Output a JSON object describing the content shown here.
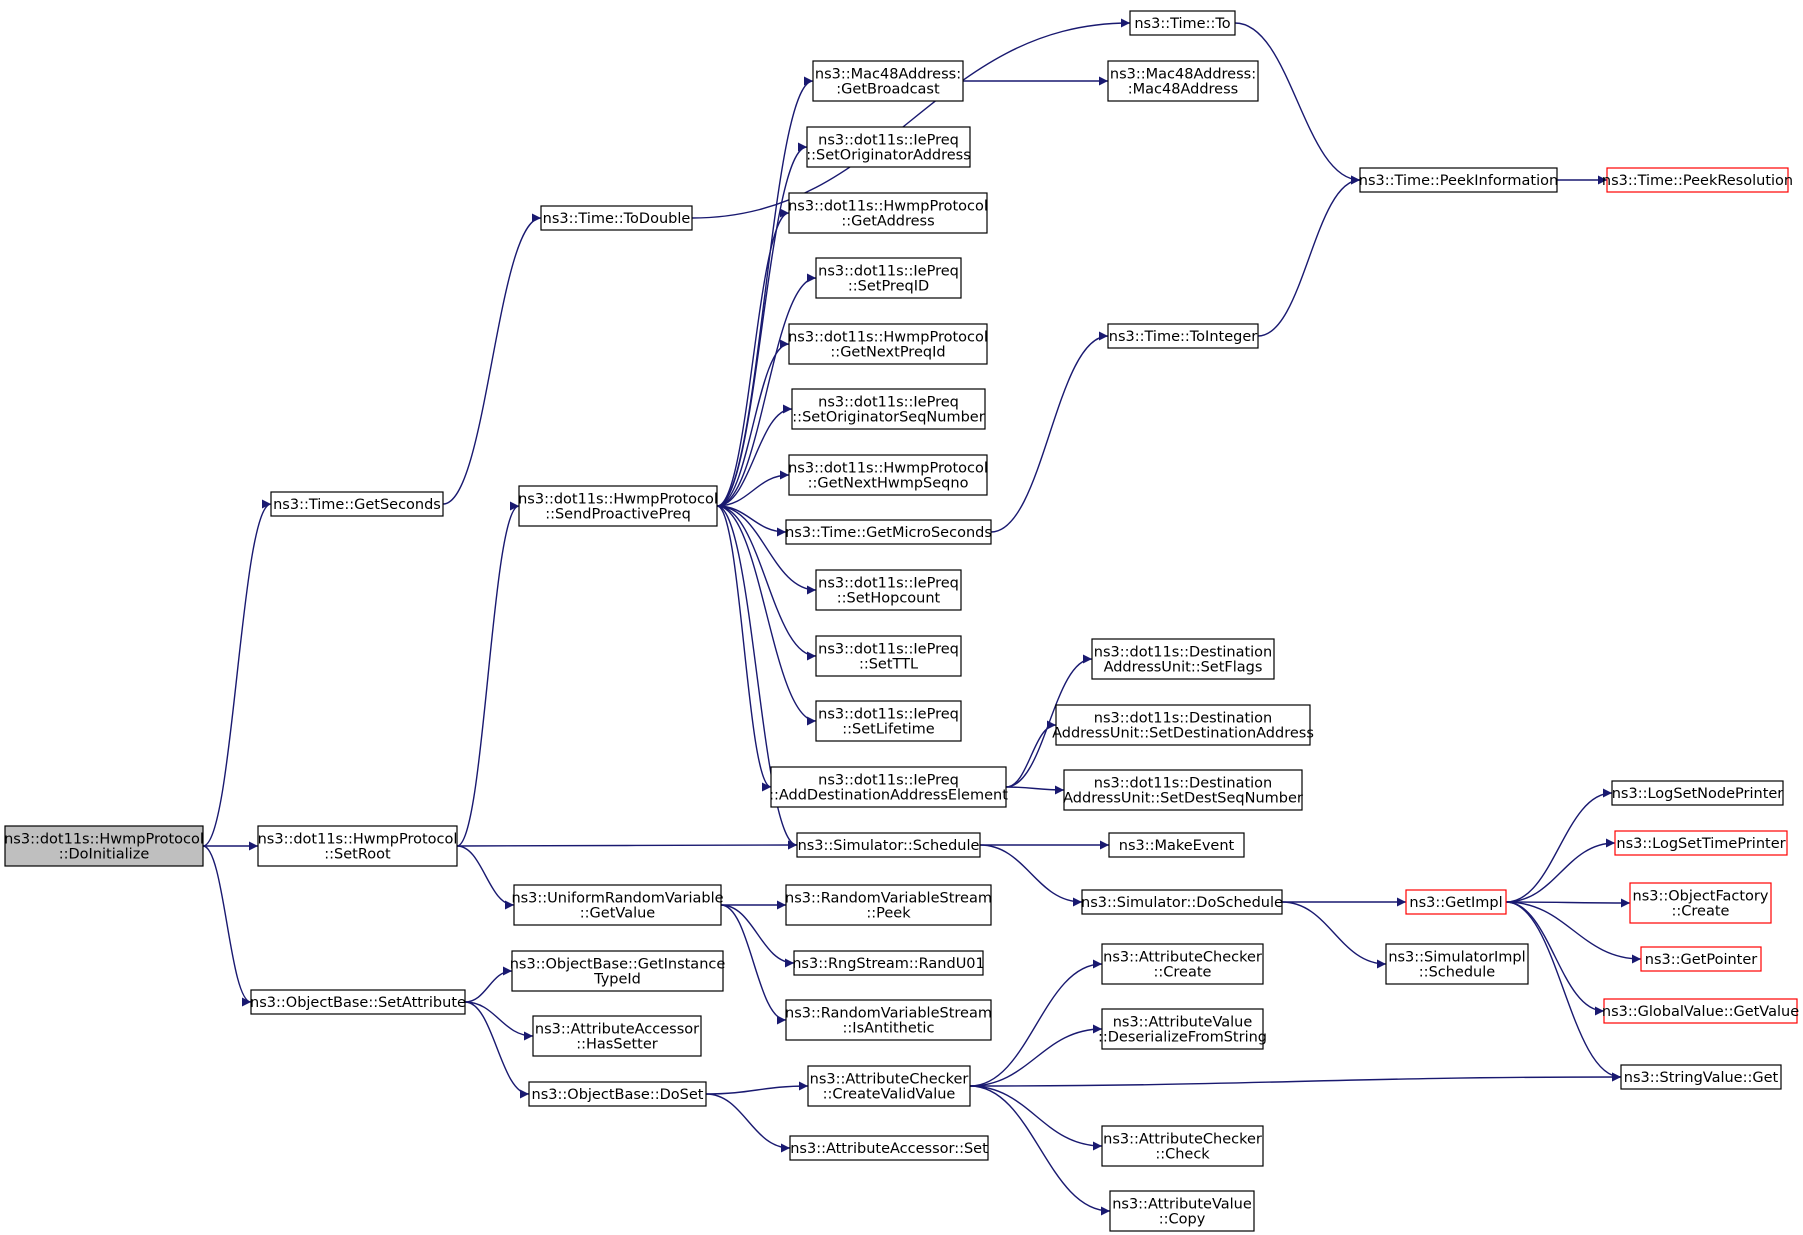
{
  "colors": {
    "edge": "#191970",
    "box_border": "#000000",
    "box_border_truncated": "#ff0000",
    "root_fill": "#bfbfbf",
    "box_fill": "#ffffff"
  },
  "nodes": [
    {
      "id": "n0",
      "lines": [
        "ns3::dot11s::HwmpProtocol",
        "::DoInitialize"
      ],
      "kind": "root"
    },
    {
      "id": "n1",
      "lines": [
        "ns3::Time::GetSeconds"
      ],
      "kind": "normal"
    },
    {
      "id": "n2",
      "lines": [
        "ns3::dot11s::HwmpProtocol",
        "::SetRoot"
      ],
      "kind": "normal"
    },
    {
      "id": "n3",
      "lines": [
        "ns3::ObjectBase::SetAttribute"
      ],
      "kind": "normal"
    },
    {
      "id": "n4",
      "lines": [
        "ns3::Time::ToDouble"
      ],
      "kind": "normal"
    },
    {
      "id": "n5",
      "lines": [
        "ns3::dot11s::HwmpProtocol",
        "::SendProactivePreq"
      ],
      "kind": "normal"
    },
    {
      "id": "n6",
      "lines": [
        "ns3::UniformRandomVariable",
        "::GetValue"
      ],
      "kind": "normal"
    },
    {
      "id": "n7",
      "lines": [
        "ns3::ObjectBase::GetInstance",
        "TypeId"
      ],
      "kind": "normal"
    },
    {
      "id": "n8",
      "lines": [
        "ns3::AttributeAccessor",
        "::HasSetter"
      ],
      "kind": "normal"
    },
    {
      "id": "n9",
      "lines": [
        "ns3::ObjectBase::DoSet"
      ],
      "kind": "normal"
    },
    {
      "id": "n10",
      "lines": [
        "ns3::Mac48Address:",
        ":GetBroadcast"
      ],
      "kind": "normal"
    },
    {
      "id": "n11",
      "lines": [
        "ns3::dot11s::IePreq",
        "::SetOriginatorAddress"
      ],
      "kind": "normal"
    },
    {
      "id": "n12",
      "lines": [
        "ns3::dot11s::HwmpProtocol",
        "::GetAddress"
      ],
      "kind": "normal"
    },
    {
      "id": "n13",
      "lines": [
        "ns3::dot11s::IePreq",
        "::SetPreqID"
      ],
      "kind": "normal"
    },
    {
      "id": "n14",
      "lines": [
        "ns3::dot11s::HwmpProtocol",
        "::GetNextPreqId"
      ],
      "kind": "normal"
    },
    {
      "id": "n15",
      "lines": [
        "ns3::dot11s::IePreq",
        "::SetOriginatorSeqNumber"
      ],
      "kind": "normal"
    },
    {
      "id": "n16",
      "lines": [
        "ns3::dot11s::HwmpProtocol",
        "::GetNextHwmpSeqno"
      ],
      "kind": "normal"
    },
    {
      "id": "n17",
      "lines": [
        "ns3::Time::GetMicroSeconds"
      ],
      "kind": "normal"
    },
    {
      "id": "n18",
      "lines": [
        "ns3::dot11s::IePreq",
        "::SetHopcount"
      ],
      "kind": "normal"
    },
    {
      "id": "n19",
      "lines": [
        "ns3::dot11s::IePreq",
        "::SetTTL"
      ],
      "kind": "normal"
    },
    {
      "id": "n20",
      "lines": [
        "ns3::dot11s::IePreq",
        "::SetLifetime"
      ],
      "kind": "normal"
    },
    {
      "id": "n21",
      "lines": [
        "ns3::dot11s::IePreq",
        "::AddDestinationAddressElement"
      ],
      "kind": "normal"
    },
    {
      "id": "n22",
      "lines": [
        "ns3::Simulator::Schedule"
      ],
      "kind": "normal"
    },
    {
      "id": "n23",
      "lines": [
        "ns3::RandomVariableStream",
        "::Peek"
      ],
      "kind": "normal"
    },
    {
      "id": "n24",
      "lines": [
        "ns3::RngStream::RandU01"
      ],
      "kind": "normal"
    },
    {
      "id": "n25",
      "lines": [
        "ns3::RandomVariableStream",
        "::IsAntithetic"
      ],
      "kind": "normal"
    },
    {
      "id": "n26",
      "lines": [
        "ns3::AttributeChecker",
        "::CreateValidValue"
      ],
      "kind": "normal"
    },
    {
      "id": "n27",
      "lines": [
        "ns3::AttributeAccessor::Set"
      ],
      "kind": "normal"
    },
    {
      "id": "n28",
      "lines": [
        "ns3::Time::To"
      ],
      "kind": "normal"
    },
    {
      "id": "n29",
      "lines": [
        "ns3::Mac48Address:",
        ":Mac48Address"
      ],
      "kind": "normal"
    },
    {
      "id": "n30",
      "lines": [
        "ns3::Time::ToInteger"
      ],
      "kind": "normal"
    },
    {
      "id": "n31",
      "lines": [
        "ns3::dot11s::Destination",
        "AddressUnit::SetFlags"
      ],
      "kind": "normal"
    },
    {
      "id": "n32",
      "lines": [
        "ns3::dot11s::Destination",
        "AddressUnit::SetDestinationAddress"
      ],
      "kind": "normal"
    },
    {
      "id": "n33",
      "lines": [
        "ns3::dot11s::Destination",
        "AddressUnit::SetDestSeqNumber"
      ],
      "kind": "normal"
    },
    {
      "id": "n34",
      "lines": [
        "ns3::MakeEvent"
      ],
      "kind": "normal"
    },
    {
      "id": "n35",
      "lines": [
        "ns3::Simulator::DoSchedule"
      ],
      "kind": "normal"
    },
    {
      "id": "n36",
      "lines": [
        "ns3::AttributeChecker",
        "::Create"
      ],
      "kind": "normal"
    },
    {
      "id": "n37",
      "lines": [
        "ns3::AttributeValue",
        "::DeserializeFromString"
      ],
      "kind": "normal"
    },
    {
      "id": "n38",
      "lines": [
        "ns3::AttributeChecker",
        "::Check"
      ],
      "kind": "normal"
    },
    {
      "id": "n39",
      "lines": [
        "ns3::AttributeValue",
        "::Copy"
      ],
      "kind": "normal"
    },
    {
      "id": "n40",
      "lines": [
        "ns3::Time::PeekInformation"
      ],
      "kind": "normal"
    },
    {
      "id": "n41",
      "lines": [
        "ns3::GetImpl"
      ],
      "kind": "truncated"
    },
    {
      "id": "n42",
      "lines": [
        "ns3::SimulatorImpl",
        "::Schedule"
      ],
      "kind": "normal"
    },
    {
      "id": "n43",
      "lines": [
        "ns3::Time::PeekResolution"
      ],
      "kind": "truncated"
    },
    {
      "id": "n44",
      "lines": [
        "ns3::LogSetNodePrinter"
      ],
      "kind": "normal"
    },
    {
      "id": "n45",
      "lines": [
        "ns3::LogSetTimePrinter"
      ],
      "kind": "truncated"
    },
    {
      "id": "n46",
      "lines": [
        "ns3::ObjectFactory",
        "::Create"
      ],
      "kind": "truncated"
    },
    {
      "id": "n47",
      "lines": [
        "ns3::GetPointer"
      ],
      "kind": "truncated"
    },
    {
      "id": "n48",
      "lines": [
        "ns3::GlobalValue::GetValue"
      ],
      "kind": "truncated"
    },
    {
      "id": "n49",
      "lines": [
        "ns3::StringValue::Get"
      ],
      "kind": "normal"
    }
  ],
  "edges": [
    [
      "n0",
      "n1"
    ],
    [
      "n0",
      "n2"
    ],
    [
      "n0",
      "n3"
    ],
    [
      "n1",
      "n4"
    ],
    [
      "n4",
      "n28"
    ],
    [
      "n2",
      "n5"
    ],
    [
      "n2",
      "n22"
    ],
    [
      "n2",
      "n6"
    ],
    [
      "n3",
      "n7"
    ],
    [
      "n3",
      "n8"
    ],
    [
      "n3",
      "n9"
    ],
    [
      "n5",
      "n10"
    ],
    [
      "n5",
      "n11"
    ],
    [
      "n5",
      "n12"
    ],
    [
      "n5",
      "n13"
    ],
    [
      "n5",
      "n14"
    ],
    [
      "n5",
      "n15"
    ],
    [
      "n5",
      "n16"
    ],
    [
      "n5",
      "n17"
    ],
    [
      "n5",
      "n18"
    ],
    [
      "n5",
      "n19"
    ],
    [
      "n5",
      "n20"
    ],
    [
      "n5",
      "n21"
    ],
    [
      "n5",
      "n22"
    ],
    [
      "n6",
      "n23"
    ],
    [
      "n6",
      "n24"
    ],
    [
      "n6",
      "n25"
    ],
    [
      "n9",
      "n26"
    ],
    [
      "n9",
      "n27"
    ],
    [
      "n10",
      "n29"
    ],
    [
      "n17",
      "n30"
    ],
    [
      "n30",
      "n40"
    ],
    [
      "n28",
      "n40"
    ],
    [
      "n40",
      "n43"
    ],
    [
      "n21",
      "n31"
    ],
    [
      "n21",
      "n32"
    ],
    [
      "n21",
      "n33"
    ],
    [
      "n22",
      "n34"
    ],
    [
      "n22",
      "n35"
    ],
    [
      "n35",
      "n41"
    ],
    [
      "n35",
      "n42"
    ],
    [
      "n41",
      "n44"
    ],
    [
      "n41",
      "n45"
    ],
    [
      "n41",
      "n46"
    ],
    [
      "n41",
      "n47"
    ],
    [
      "n41",
      "n48"
    ],
    [
      "n41",
      "n49"
    ],
    [
      "n26",
      "n36"
    ],
    [
      "n26",
      "n37"
    ],
    [
      "n26",
      "n49"
    ],
    [
      "n26",
      "n38"
    ],
    [
      "n26",
      "n39"
    ]
  ]
}
